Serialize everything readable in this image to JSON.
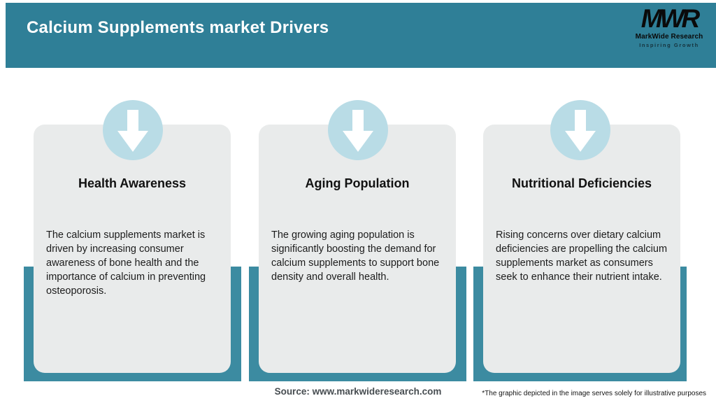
{
  "header": {
    "title": "Calcium Supplements market Drivers",
    "logo": {
      "monogram": "MWR",
      "name": "MarkWide Research",
      "tagline": "Inspiring Growth"
    }
  },
  "cards": [
    {
      "icon": "down-arrow-icon",
      "title": "Health Awareness",
      "description": "The calcium supplements market is driven by increasing consumer awareness of bone health and the importance of calcium in preventing osteoporosis."
    },
    {
      "icon": "down-arrow-icon",
      "title": "Aging Population",
      "description": "The growing aging population is significantly boosting the demand for calcium supplements to support bone density and overall health."
    },
    {
      "icon": "down-arrow-icon",
      "title": "Nutritional Deficiencies",
      "description": "Rising concerns over dietary calcium deficiencies are propelling the calcium supplements market as consumers seek to enhance their nutrient intake."
    }
  ],
  "footer": {
    "source": "Source: www.markwideresearch.com",
    "disclaimer": "*The graphic depicted in the image serves solely for illustrative purposes"
  },
  "colors": {
    "header_teal": "#2f7f97",
    "band_teal": "#3c8ba1",
    "circle_blue": "#b9dce6",
    "card_gray": "#e9ebeb"
  }
}
